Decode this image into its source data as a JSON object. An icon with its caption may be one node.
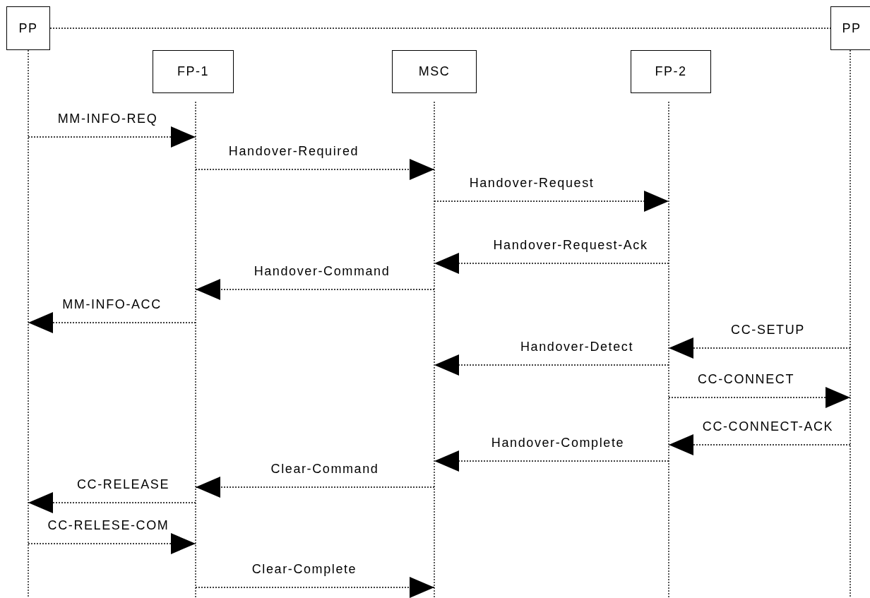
{
  "diagram": {
    "nodes": [
      {
        "text": [
          "PP"
        ]
      },
      {
        "text": [
          "FP-1"
        ]
      },
      {
        "text": [
          "MSC"
        ]
      },
      {
        "text": [
          "FP-2"
        ]
      },
      {
        "text": [
          "PP"
        ]
      }
    ],
    "edges": [
      {
        "from": 0,
        "to": 4,
        "arrow": "none"
      },
      {
        "from": 0,
        "to": 1,
        "arrow": "to",
        "label": "MM-INFO-REQ"
      },
      {
        "from": 1,
        "to": 2,
        "arrow": "to",
        "label": "Handover-Required"
      },
      {
        "from": 2,
        "to": 3,
        "arrow": "to",
        "label": "Handover-Request"
      },
      {
        "from": 3,
        "to": 2,
        "arrow": "to",
        "label": "Handover-Request-Ack"
      },
      {
        "from": 2,
        "to": 1,
        "arrow": "to",
        "label": "Handover-Command"
      },
      {
        "from": 1,
        "to": 0,
        "arrow": "to",
        "label": "MM-INFO-ACC"
      },
      {
        "from": 4,
        "to": 3,
        "arrow": "to",
        "label": "CC-SETUP"
      },
      {
        "from": 3,
        "to": 2,
        "arrow": "to",
        "label": "Handover-Detect"
      },
      {
        "from": 3,
        "to": 4,
        "arrow": "to",
        "label": "CC-CONNECT"
      },
      {
        "from": 4,
        "to": 3,
        "arrow": "to",
        "label": "CC-CONNECT-ACK"
      },
      {
        "from": 3,
        "to": 2,
        "arrow": "to",
        "label": "Handover-Complete"
      },
      {
        "from": 2,
        "to": 1,
        "arrow": "to",
        "label": "Clear-Command"
      },
      {
        "from": 1,
        "to": 0,
        "arrow": "to",
        "label": "CC-RELEASE"
      },
      {
        "from": 0,
        "to": 1,
        "arrow": "to",
        "label": "CC-RELESE-COM"
      },
      {
        "from": 1,
        "to": 2,
        "arrow": "to",
        "label": "Clear-Complete"
      }
    ]
  }
}
